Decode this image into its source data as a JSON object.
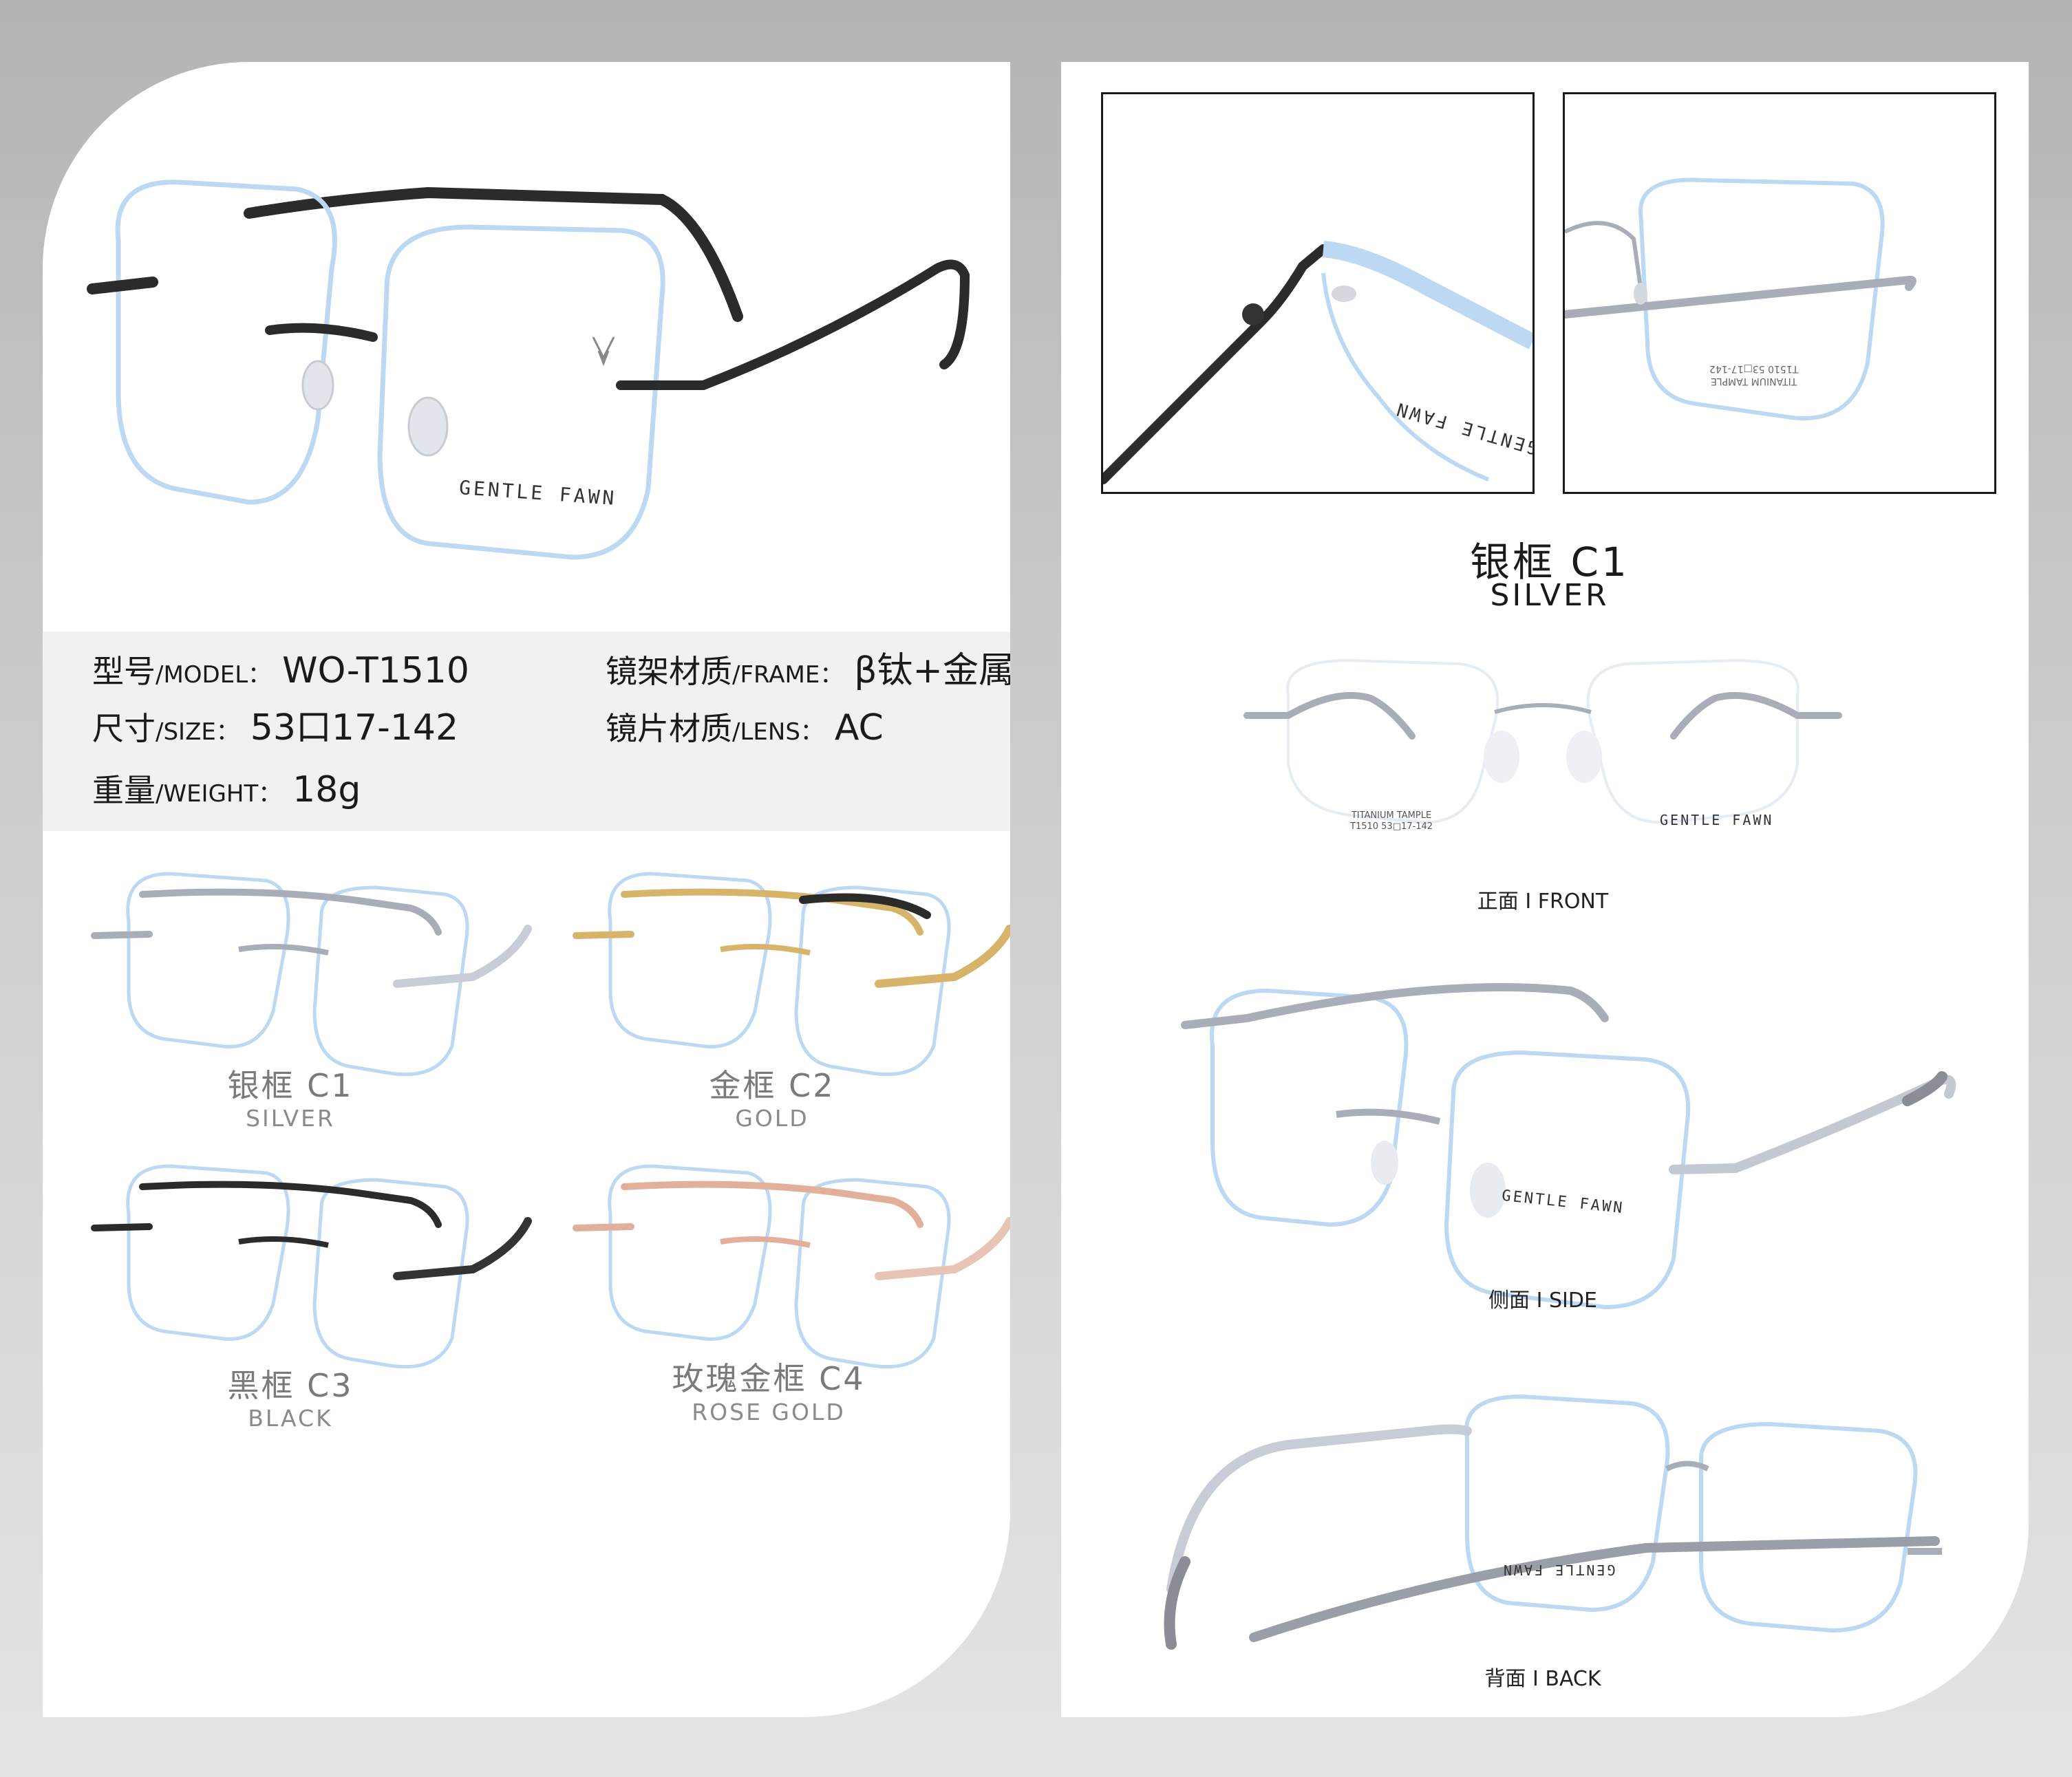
{
  "brand": "GENTLE FAWN",
  "temple_text": [
    "TITANIUM TAMPLE",
    "T1510  53□17-142"
  ],
  "specs": {
    "model_label_cn": "型号",
    "model_label_en": "/MODEL：",
    "model_value": "WO-T1510",
    "size_label_cn": "尺寸",
    "size_label_en": "/SIZE：",
    "size_value": "53口17-142",
    "weight_label_cn": "重量",
    "weight_label_en": "/WEIGHT：",
    "weight_value": "18g",
    "frame_label_cn": "镜架材质",
    "frame_label_en": "/FRAME：",
    "frame_value": "β钛+金属",
    "lens_label_cn": "镜片材质",
    "lens_label_en": "/LENS：",
    "lens_value": "AC"
  },
  "colors": [
    {
      "cn": "银框 C1",
      "en": "SILVER",
      "hex": "#b8bcc8"
    },
    {
      "cn": "金框 C2",
      "en": "GOLD",
      "hex": "#d8b46a"
    },
    {
      "cn": "黑框 C3",
      "en": "BLACK",
      "hex": "#2a2a2a"
    },
    {
      "cn": "玫瑰金框 C4",
      "en": "ROSE GOLD",
      "hex": "#e2b09a"
    }
  ],
  "right": {
    "header_cn": "银框 C1",
    "header_en": "SILVER",
    "views": [
      "正面 I FRONT",
      "侧面 I SIDE",
      "背面 I BACK"
    ]
  },
  "palette": {
    "lens_edge": "#bcd8f2",
    "dark_metal": "#2b2b2b",
    "silver_metal": "#a9adb8"
  }
}
